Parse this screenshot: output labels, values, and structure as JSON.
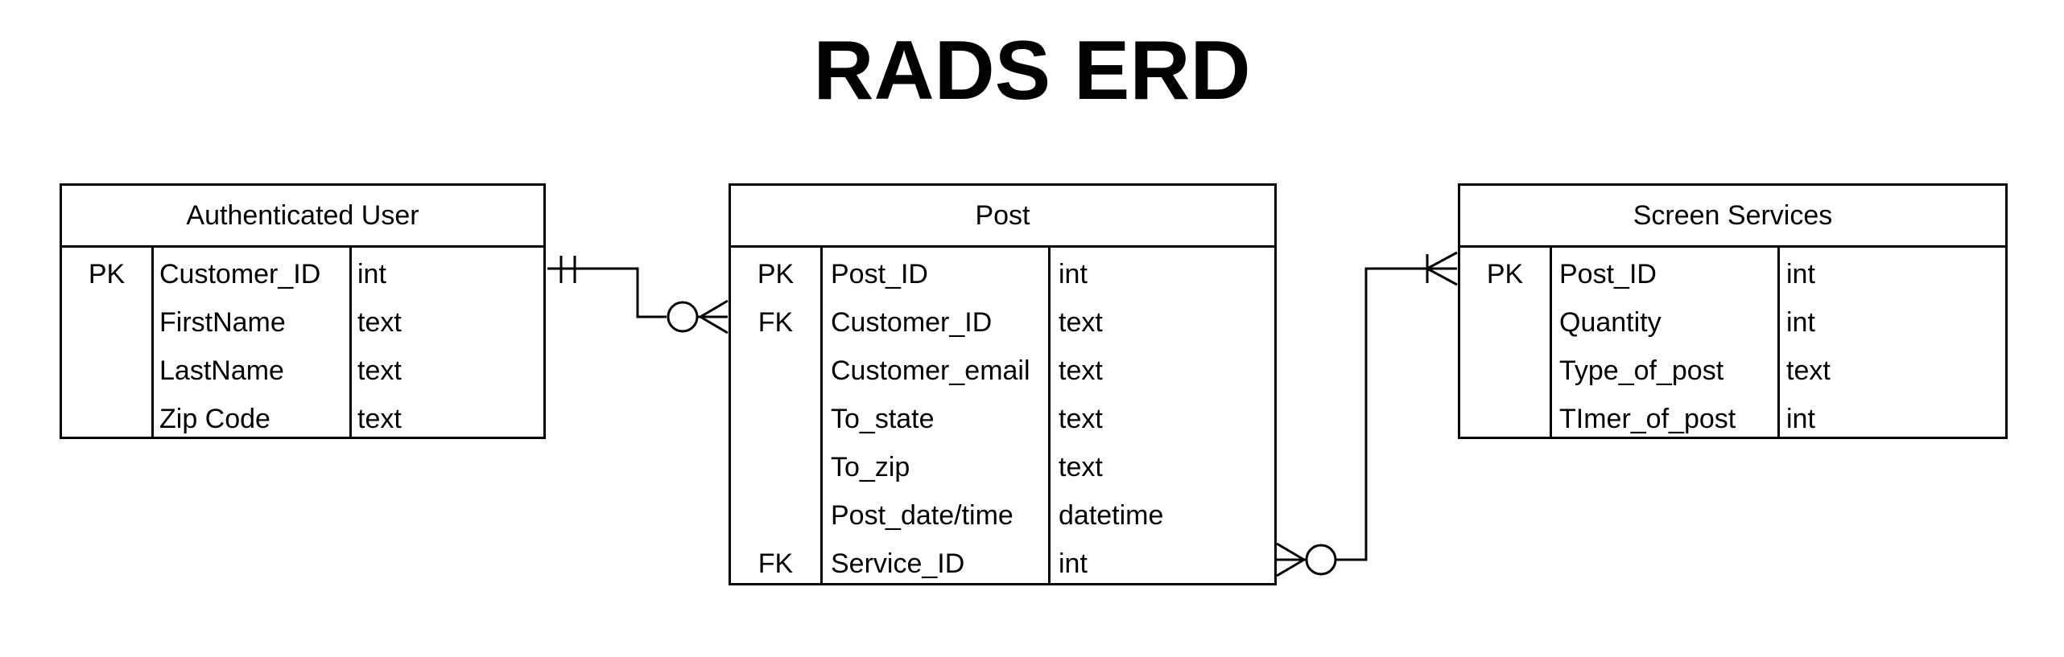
{
  "title": "RADS ERD",
  "entities": [
    {
      "name": "Authenticated User",
      "rows": [
        {
          "key": "PK",
          "field": "Customer_ID",
          "type": "int"
        },
        {
          "key": "",
          "field": "FirstName",
          "type": "text"
        },
        {
          "key": "",
          "field": "LastName",
          "type": "text"
        },
        {
          "key": "",
          "field": "Zip Code",
          "type": "text"
        }
      ]
    },
    {
      "name": "Post",
      "rows": [
        {
          "key": "PK",
          "field": "Post_ID",
          "type": "int"
        },
        {
          "key": "FK",
          "field": "Customer_ID",
          "type": "text"
        },
        {
          "key": "",
          "field": "Customer_email",
          "type": "text"
        },
        {
          "key": "",
          "field": "To_state",
          "type": "text"
        },
        {
          "key": "",
          "field": "To_zip",
          "type": "text"
        },
        {
          "key": "",
          "field": "Post_date/time",
          "type": "datetime"
        },
        {
          "key": "FK",
          "field": "Service_ID",
          "type": "int"
        }
      ]
    },
    {
      "name": "Screen Services",
      "rows": [
        {
          "key": "PK",
          "field": "Post_ID",
          "type": "int"
        },
        {
          "key": "",
          "field": "Quantity",
          "type": "int"
        },
        {
          "key": "",
          "field": "Type_of_post",
          "type": "text"
        },
        {
          "key": "",
          "field": "TImer_of_post",
          "type": "int"
        }
      ]
    }
  ],
  "relationships": [
    {
      "from": "Authenticated User",
      "from_cardinality": "exactly-one",
      "to": "Post",
      "to_cardinality": "zero-or-many"
    },
    {
      "from": "Post",
      "from_cardinality": "zero-or-many",
      "to": "Screen Services",
      "to_cardinality": "one-or-many"
    }
  ]
}
